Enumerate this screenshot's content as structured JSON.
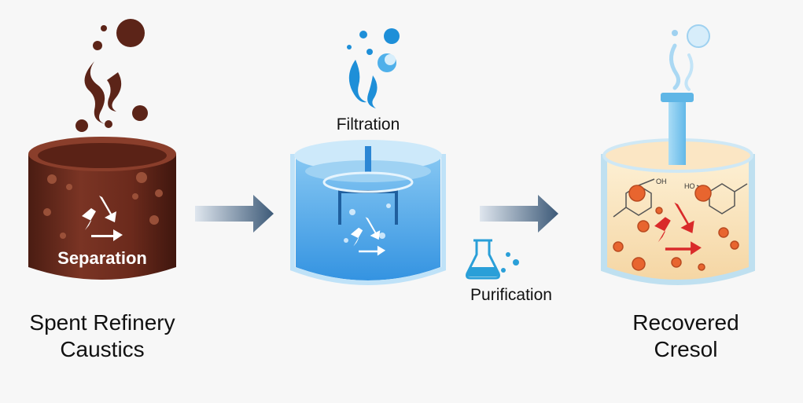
{
  "stages": {
    "spent": {
      "label_line1": "Spent Refinery",
      "label_line2": "Caustics",
      "tank_text": "Separation",
      "color": "#6b2e1f"
    },
    "filtration": {
      "label": "Filtration",
      "color": "#2f8fdf"
    },
    "purification": {
      "label": "Purification",
      "color": "#2a9fd8"
    },
    "recovered": {
      "label_line1": "Recovered",
      "label_line2": "Cresol",
      "oh_label_left": "OH",
      "oh_label_right": "HO",
      "color": "#f8dcae"
    }
  },
  "icons": {
    "recycle": "recycle-icon",
    "flask": "flask-icon",
    "arrow": "arrow-right-icon"
  }
}
